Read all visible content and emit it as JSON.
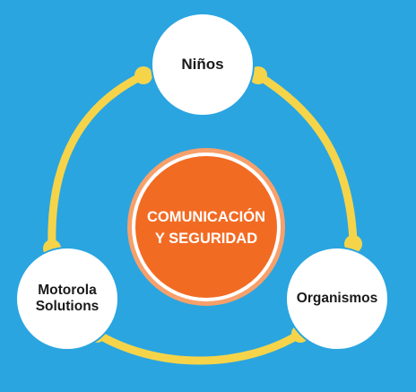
{
  "diagram": {
    "center": {
      "label": "COMUNICACIÓN\nY SEGURIDAD"
    },
    "nodes": [
      {
        "id": "ninos",
        "label": "Niños"
      },
      {
        "id": "motorola",
        "label": "Motorola\nSolutions"
      },
      {
        "id": "organismos",
        "label": "Organismos"
      }
    ]
  },
  "colors": {
    "background": "#2aa5e0",
    "ring": "#f5d44a",
    "node_fill": "#ffffff",
    "center_fill": "#f26b23",
    "center_ring": "#f7a06b"
  }
}
